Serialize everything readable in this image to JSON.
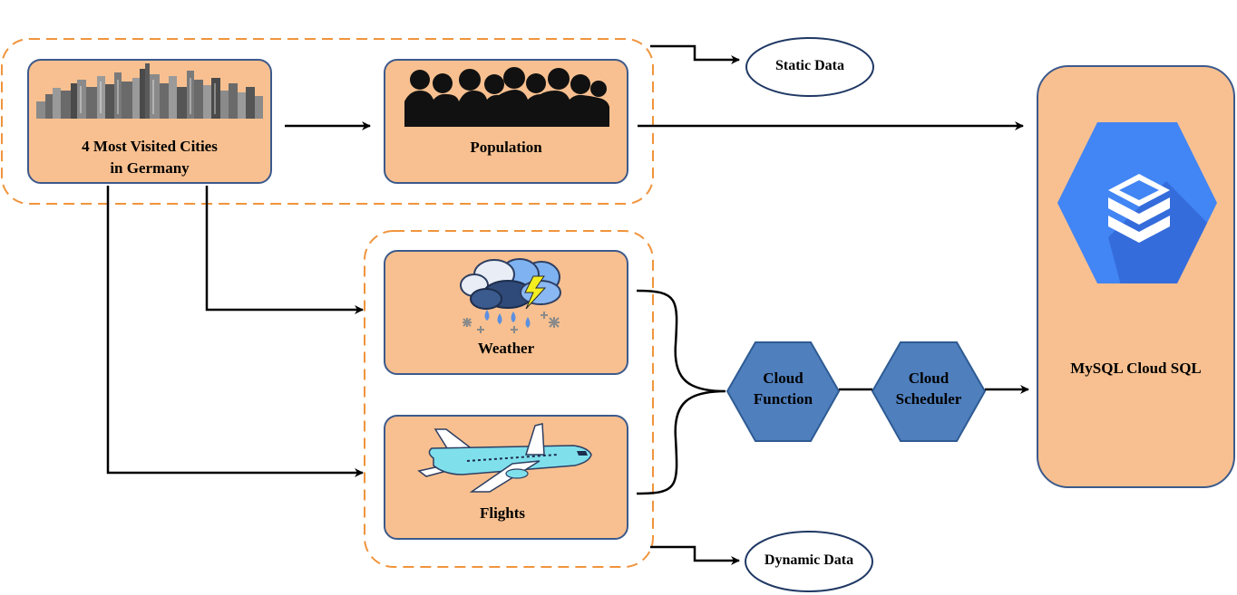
{
  "nodes": {
    "cities": {
      "line1": "4 Most Visited Cities",
      "line2": "in Germany",
      "icon": "city-skyline-icon"
    },
    "population": {
      "label": "Population",
      "icon": "crowd-silhouette-icon"
    },
    "weather": {
      "label": "Weather",
      "icon": "storm-cloud-icon"
    },
    "flights": {
      "label": "Flights",
      "icon": "airplane-icon"
    },
    "cloud_function": {
      "line1": "Cloud",
      "line2": "Function"
    },
    "cloud_scheduler": {
      "line1": "Cloud",
      "line2": "Scheduler"
    },
    "mysql": {
      "label": "MySQL Cloud SQL",
      "icon": "cloud-sql-database-icon"
    }
  },
  "groups": {
    "static": {
      "label": "Static Data"
    },
    "dynamic": {
      "label": "Dynamic Data"
    }
  },
  "colors": {
    "box_fill": "#f8c090",
    "box_stroke": "#3c5a8c",
    "group_dash": "#f0943c",
    "hex_fill": "#4f7fbd",
    "hex_stroke": "#2e5b93",
    "sql_blue": "#4285f4"
  }
}
